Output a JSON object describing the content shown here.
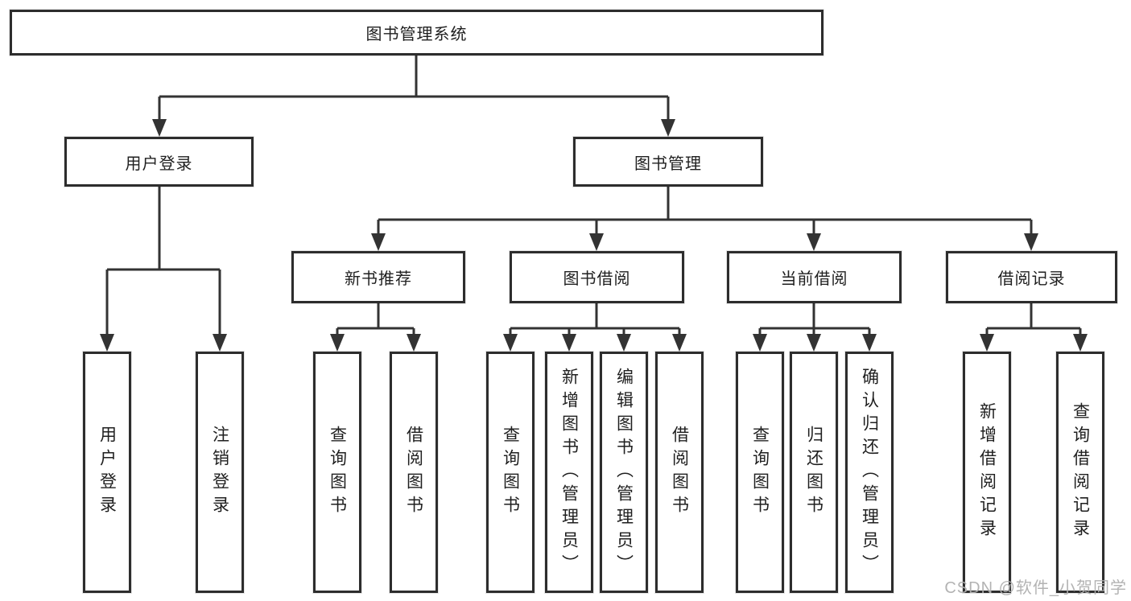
{
  "watermark": "CSDN @软件_小贺同学",
  "diagram": {
    "type": "hierarchy-tree",
    "colors": {
      "line": "#333333",
      "node_border": "#2d2d2d",
      "node_background": "#ffffff",
      "text": "#1f1f1f",
      "watermark": "#afafaf"
    },
    "tree": {
      "label": "图书管理系统",
      "children": [
        {
          "label": "用户登录",
          "children": [
            {
              "label": "用户登录"
            },
            {
              "label": "注销登录"
            }
          ]
        },
        {
          "label": "图书管理",
          "children": [
            {
              "label": "新书推荐",
              "children": [
                {
                  "label": "查询图书"
                },
                {
                  "label": "借阅图书"
                }
              ]
            },
            {
              "label": "图书借阅",
              "children": [
                {
                  "label": "查询图书"
                },
                {
                  "label": "新增图书（管理员）"
                },
                {
                  "label": "编辑图书（管理员）"
                },
                {
                  "label": "借阅图书"
                }
              ]
            },
            {
              "label": "当前借阅",
              "children": [
                {
                  "label": "查询图书"
                },
                {
                  "label": "归还图书"
                },
                {
                  "label": "确认归还（管理员）"
                }
              ]
            },
            {
              "label": "借阅记录",
              "children": [
                {
                  "label": "新增借阅记录"
                },
                {
                  "label": "查询借阅记录"
                }
              ]
            }
          ]
        }
      ]
    }
  }
}
